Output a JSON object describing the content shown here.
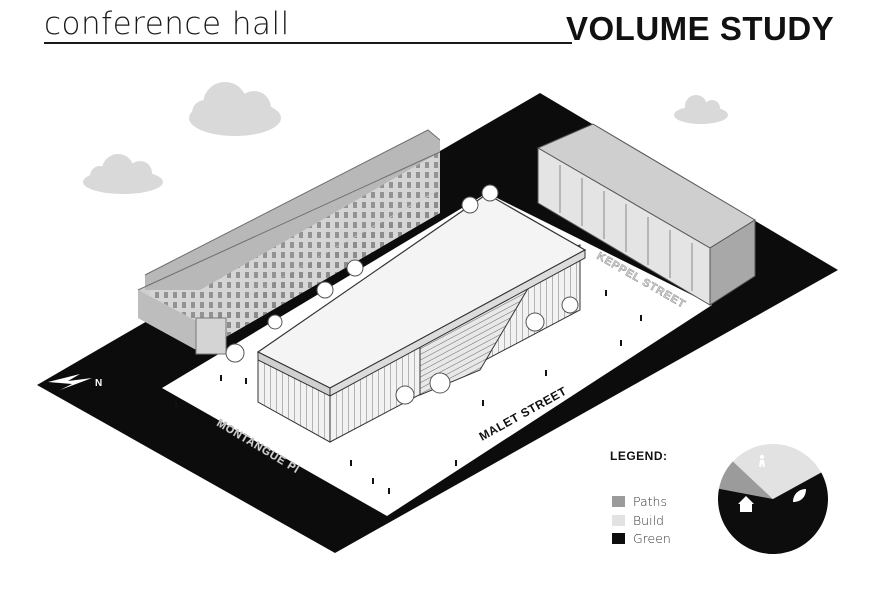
{
  "header": {
    "title_left": "conference hall",
    "title_right": "VOLUME STUDY"
  },
  "plan": {
    "north_label": "N",
    "streets": {
      "keppel": "KEPPEL STREET",
      "malet": "MALET STREET",
      "montague": "MONTANGUE Pl"
    }
  },
  "legend": {
    "title": "LEGEND:",
    "items": [
      {
        "label": "Paths",
        "color": "#9b9b9b"
      },
      {
        "label": "Build",
        "color": "#e2e2e2"
      },
      {
        "label": "Green",
        "color": "#0d0d0d"
      }
    ]
  },
  "chart_data": {
    "type": "pie",
    "categories": [
      "Paths",
      "Build",
      "Green"
    ],
    "values": [
      0.09,
      0.3,
      0.61
    ],
    "colors": [
      "#9b9b9b",
      "#e2e2e2",
      "#0d0d0d"
    ],
    "icons": [
      "pedestrian-icon",
      "house-icon",
      "leaf-icon"
    ]
  }
}
